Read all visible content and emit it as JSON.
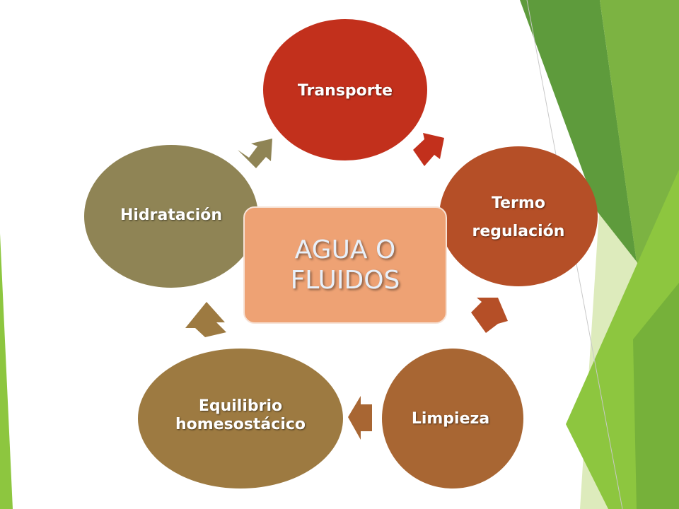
{
  "diagram": {
    "type": "cycle",
    "center": {
      "line1": "AGUA O",
      "line2": "FLUIDOS",
      "color": "#eea274"
    },
    "nodes": [
      {
        "id": "transporte",
        "line1": "Transporte",
        "line2": "",
        "color": "#c2301c"
      },
      {
        "id": "termoregulacion",
        "line1": "Termo",
        "line2": "regulación",
        "color": "#b54f27"
      },
      {
        "id": "limpieza",
        "line1": "Limpieza",
        "line2": "",
        "color": "#a86633"
      },
      {
        "id": "equilibrio",
        "line1": "Equilibrio",
        "line2": "homesostácico",
        "color": "#9d7a41"
      },
      {
        "id": "hidratacion",
        "line1": "Hidratación",
        "line2": "",
        "color": "#8f8455"
      }
    ]
  },
  "theme": {
    "accent_green": "#8dc63f",
    "dark_green": "#5a9a3a",
    "light_green": "#d7e8b0"
  }
}
